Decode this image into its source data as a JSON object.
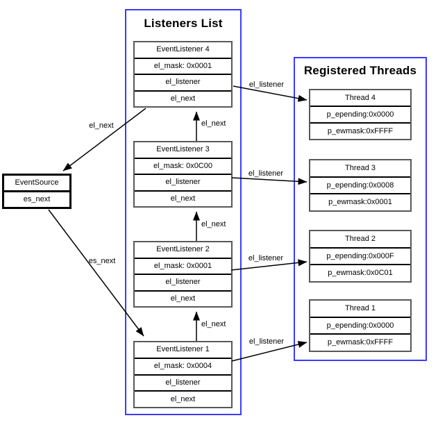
{
  "listeners_panel": {
    "title": "Listeners List",
    "items": [
      {
        "title": "EventListener 4",
        "rows": [
          "el_mask: 0x0001",
          "el_listener",
          "el_next"
        ]
      },
      {
        "title": "EventListener 3",
        "rows": [
          "el_mask: 0x0C00",
          "el_listener",
          "el_next"
        ]
      },
      {
        "title": "EventListener 2",
        "rows": [
          "el_mask: 0x0001",
          "el_listener",
          "el_next"
        ]
      },
      {
        "title": "EventListener 1",
        "rows": [
          "el_mask: 0x0004",
          "el_listener",
          "el_next"
        ]
      }
    ]
  },
  "threads_panel": {
    "title": "Registered Threads",
    "items": [
      {
        "title": "Thread 4",
        "rows": [
          "p_epending:0x0000",
          "p_ewmask:0xFFFF"
        ]
      },
      {
        "title": "Thread 3",
        "rows": [
          "p_epending:0x0008",
          "p_ewmask:0x0001"
        ]
      },
      {
        "title": "Thread 2",
        "rows": [
          "p_epending:0x000F",
          "p_ewmask:0x0C01"
        ]
      },
      {
        "title": "Thread 1",
        "rows": [
          "p_epending:0x0000",
          "p_ewmask:0xFFFF"
        ]
      }
    ]
  },
  "event_source": {
    "title": "EventSource",
    "rows": [
      "es_next"
    ]
  },
  "edges": {
    "el_next_4_to_source": "el_next",
    "el_next_3_to_4": "el_next",
    "el_next_2_to_3": "el_next",
    "el_next_1_to_2": "el_next",
    "es_next_to_1": "es_next",
    "el_listener_4": "el_listener",
    "el_listener_3": "el_listener",
    "el_listener_2": "el_listener",
    "el_listener_1": "el_listener"
  },
  "colors": {
    "panel_border": "#3a3aff",
    "node_border": "#58585a",
    "wire": "#000000",
    "background": "#ffffff"
  }
}
